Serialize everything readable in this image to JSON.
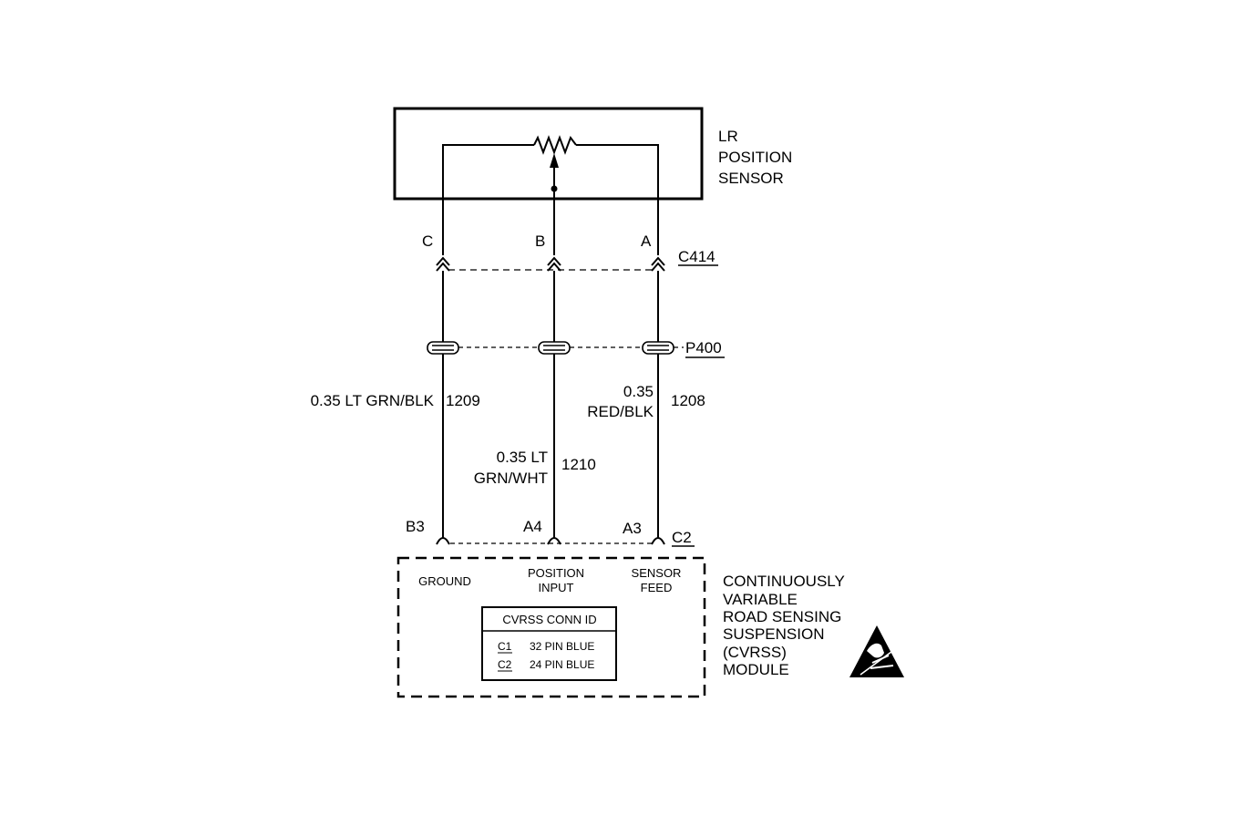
{
  "sensor": {
    "name_lines": [
      "LR",
      "POSITION",
      "SENSOR"
    ],
    "pins": [
      "C",
      "B",
      "A"
    ]
  },
  "connector_c414": {
    "label": "C414"
  },
  "connector_p400": {
    "label": "P400"
  },
  "wires": [
    {
      "gauge_color_lines": [
        "0.35 LT GRN/BLK"
      ],
      "circuit": "1209"
    },
    {
      "gauge_color_lines": [
        "0.35 LT",
        "GRN/WHT"
      ],
      "circuit": "1210"
    },
    {
      "gauge_color_lines": [
        "0.35",
        "RED/BLK"
      ],
      "circuit": "1208"
    }
  ],
  "connector_c2": {
    "label": "C2",
    "pins": [
      "B3",
      "A4",
      "A3"
    ]
  },
  "module": {
    "name_lines": [
      "CONTINUOUSLY",
      "VARIABLE",
      "ROAD SENSING",
      "SUSPENSION",
      "(CVRSS)",
      "MODULE"
    ],
    "pin_functions": [
      {
        "lines": [
          "GROUND"
        ]
      },
      {
        "lines": [
          "POSITION",
          "INPUT"
        ]
      },
      {
        "lines": [
          "SENSOR",
          "FEED"
        ]
      }
    ],
    "conn_id_table": {
      "title": "CVRSS CONN ID",
      "rows": [
        {
          "conn": "C1",
          "desc": "32 PIN BLUE"
        },
        {
          "conn": "C2",
          "desc": "24 PIN BLUE"
        }
      ]
    }
  },
  "esd_symbol": {
    "icon": "esd-warning-icon"
  }
}
